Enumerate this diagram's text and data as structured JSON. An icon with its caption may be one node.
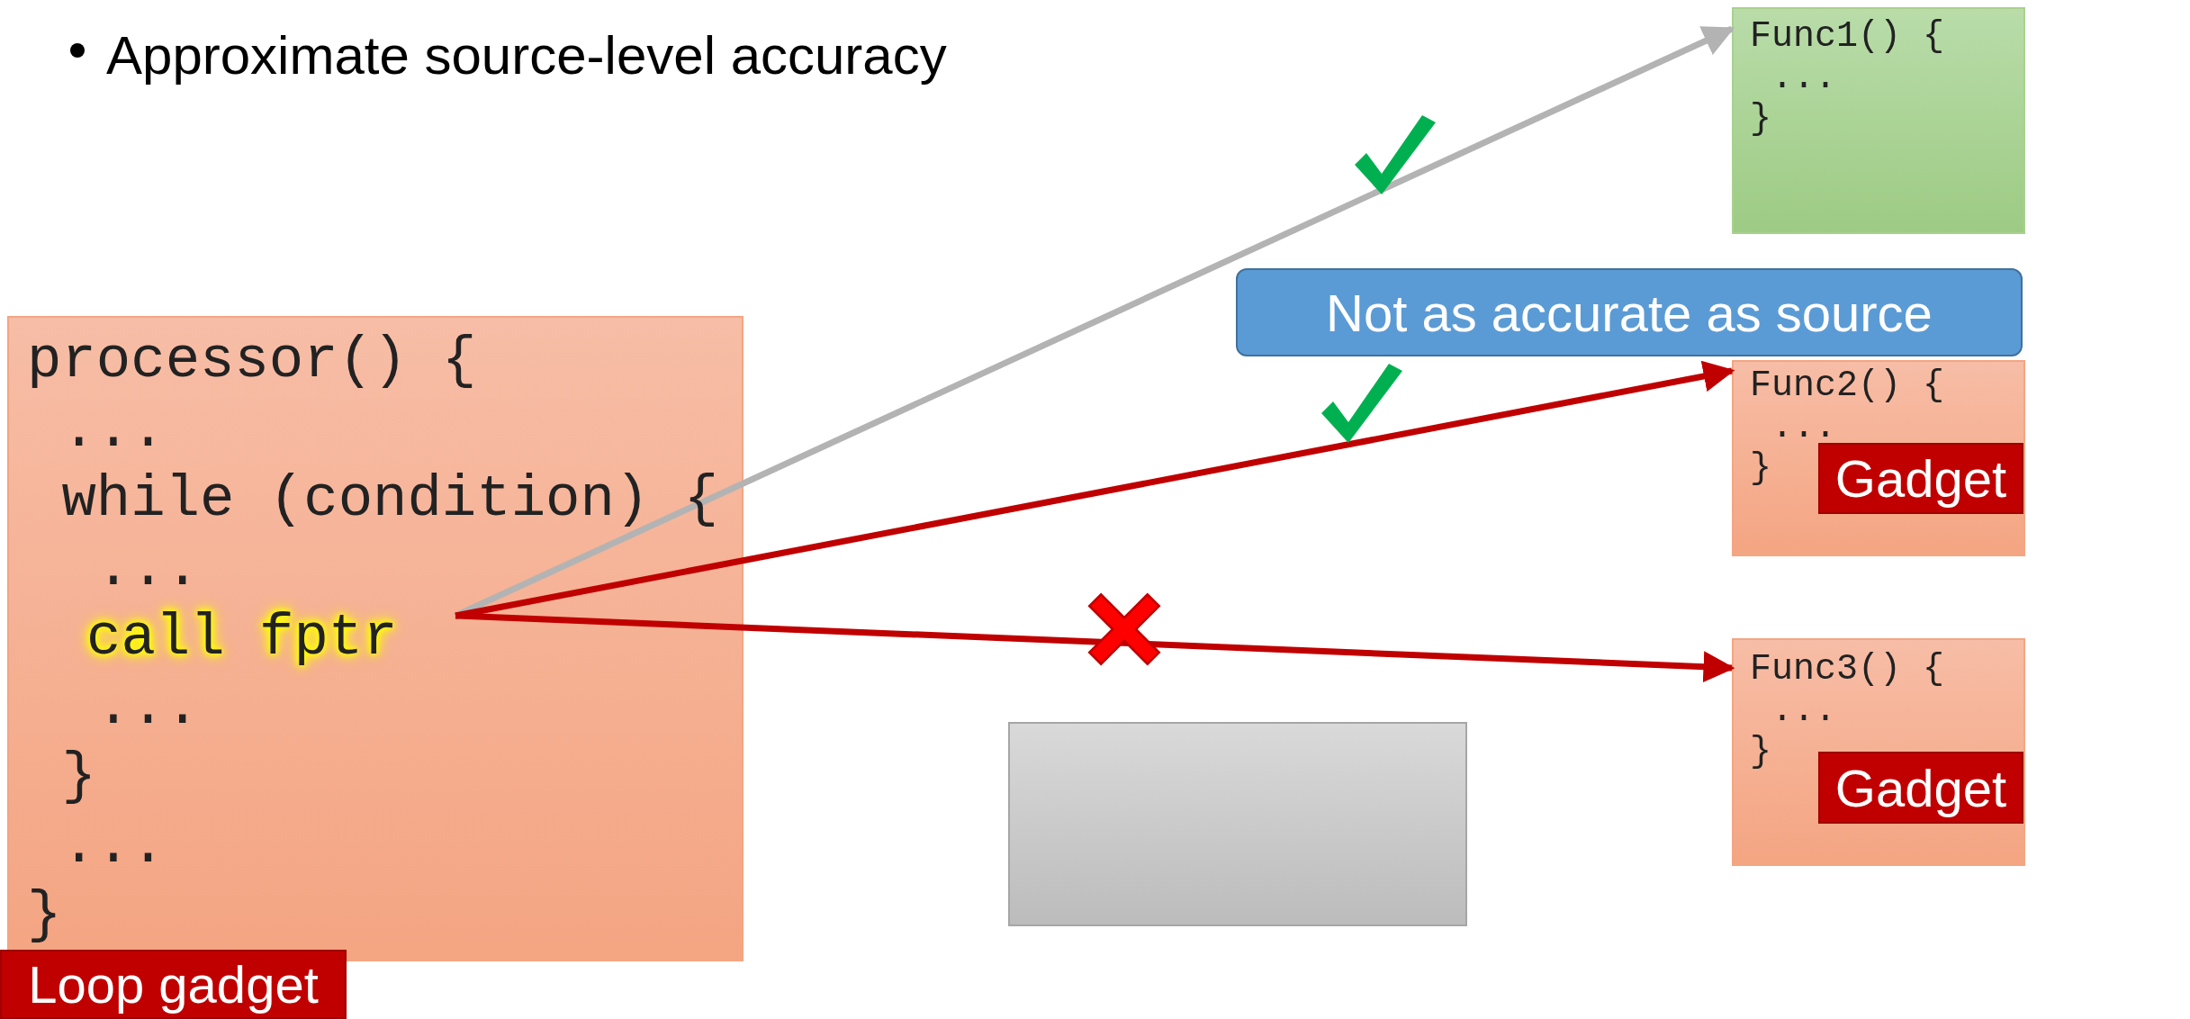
{
  "diagram": {
    "nodes": [
      {
        "text": [
          "Func1() {",
          "...",
          "}"
        ]
      },
      {
        "text": [
          "Not as accurate as source"
        ]
      },
      {
        "text": [
          "Func2() {",
          "...",
          "}"
        ]
      },
      {
        "text": [
          "Gadget"
        ],
        "in": 2
      },
      {
        "text": [
          "processor() {",
          "...",
          "while (condition) {",
          "...",
          "...",
          "}",
          "...",
          "}"
        ]
      },
      {
        "text": [
          "call fptr"
        ],
        "in": 4
      },
      {
        "text": [
          "Func3() {",
          "...",
          "}"
        ]
      },
      {
        "text": [
          "Gadget"
        ],
        "in": 6
      },
      {
        "text": [],
        "shape": "box"
      },
      {
        "text": [
          "Loop gadget"
        ]
      }
    ],
    "edges": [
      {
        "from": 5,
        "to": 0,
        "arrow": "to",
        "color": "#b3b3b3"
      },
      {
        "from": 5,
        "to": 2,
        "arrow": "to"
      },
      {
        "from": 5,
        "to": 6,
        "arrow": "to"
      }
    ],
    "labels": [
      "Approximate source-level accuracy"
    ]
  }
}
